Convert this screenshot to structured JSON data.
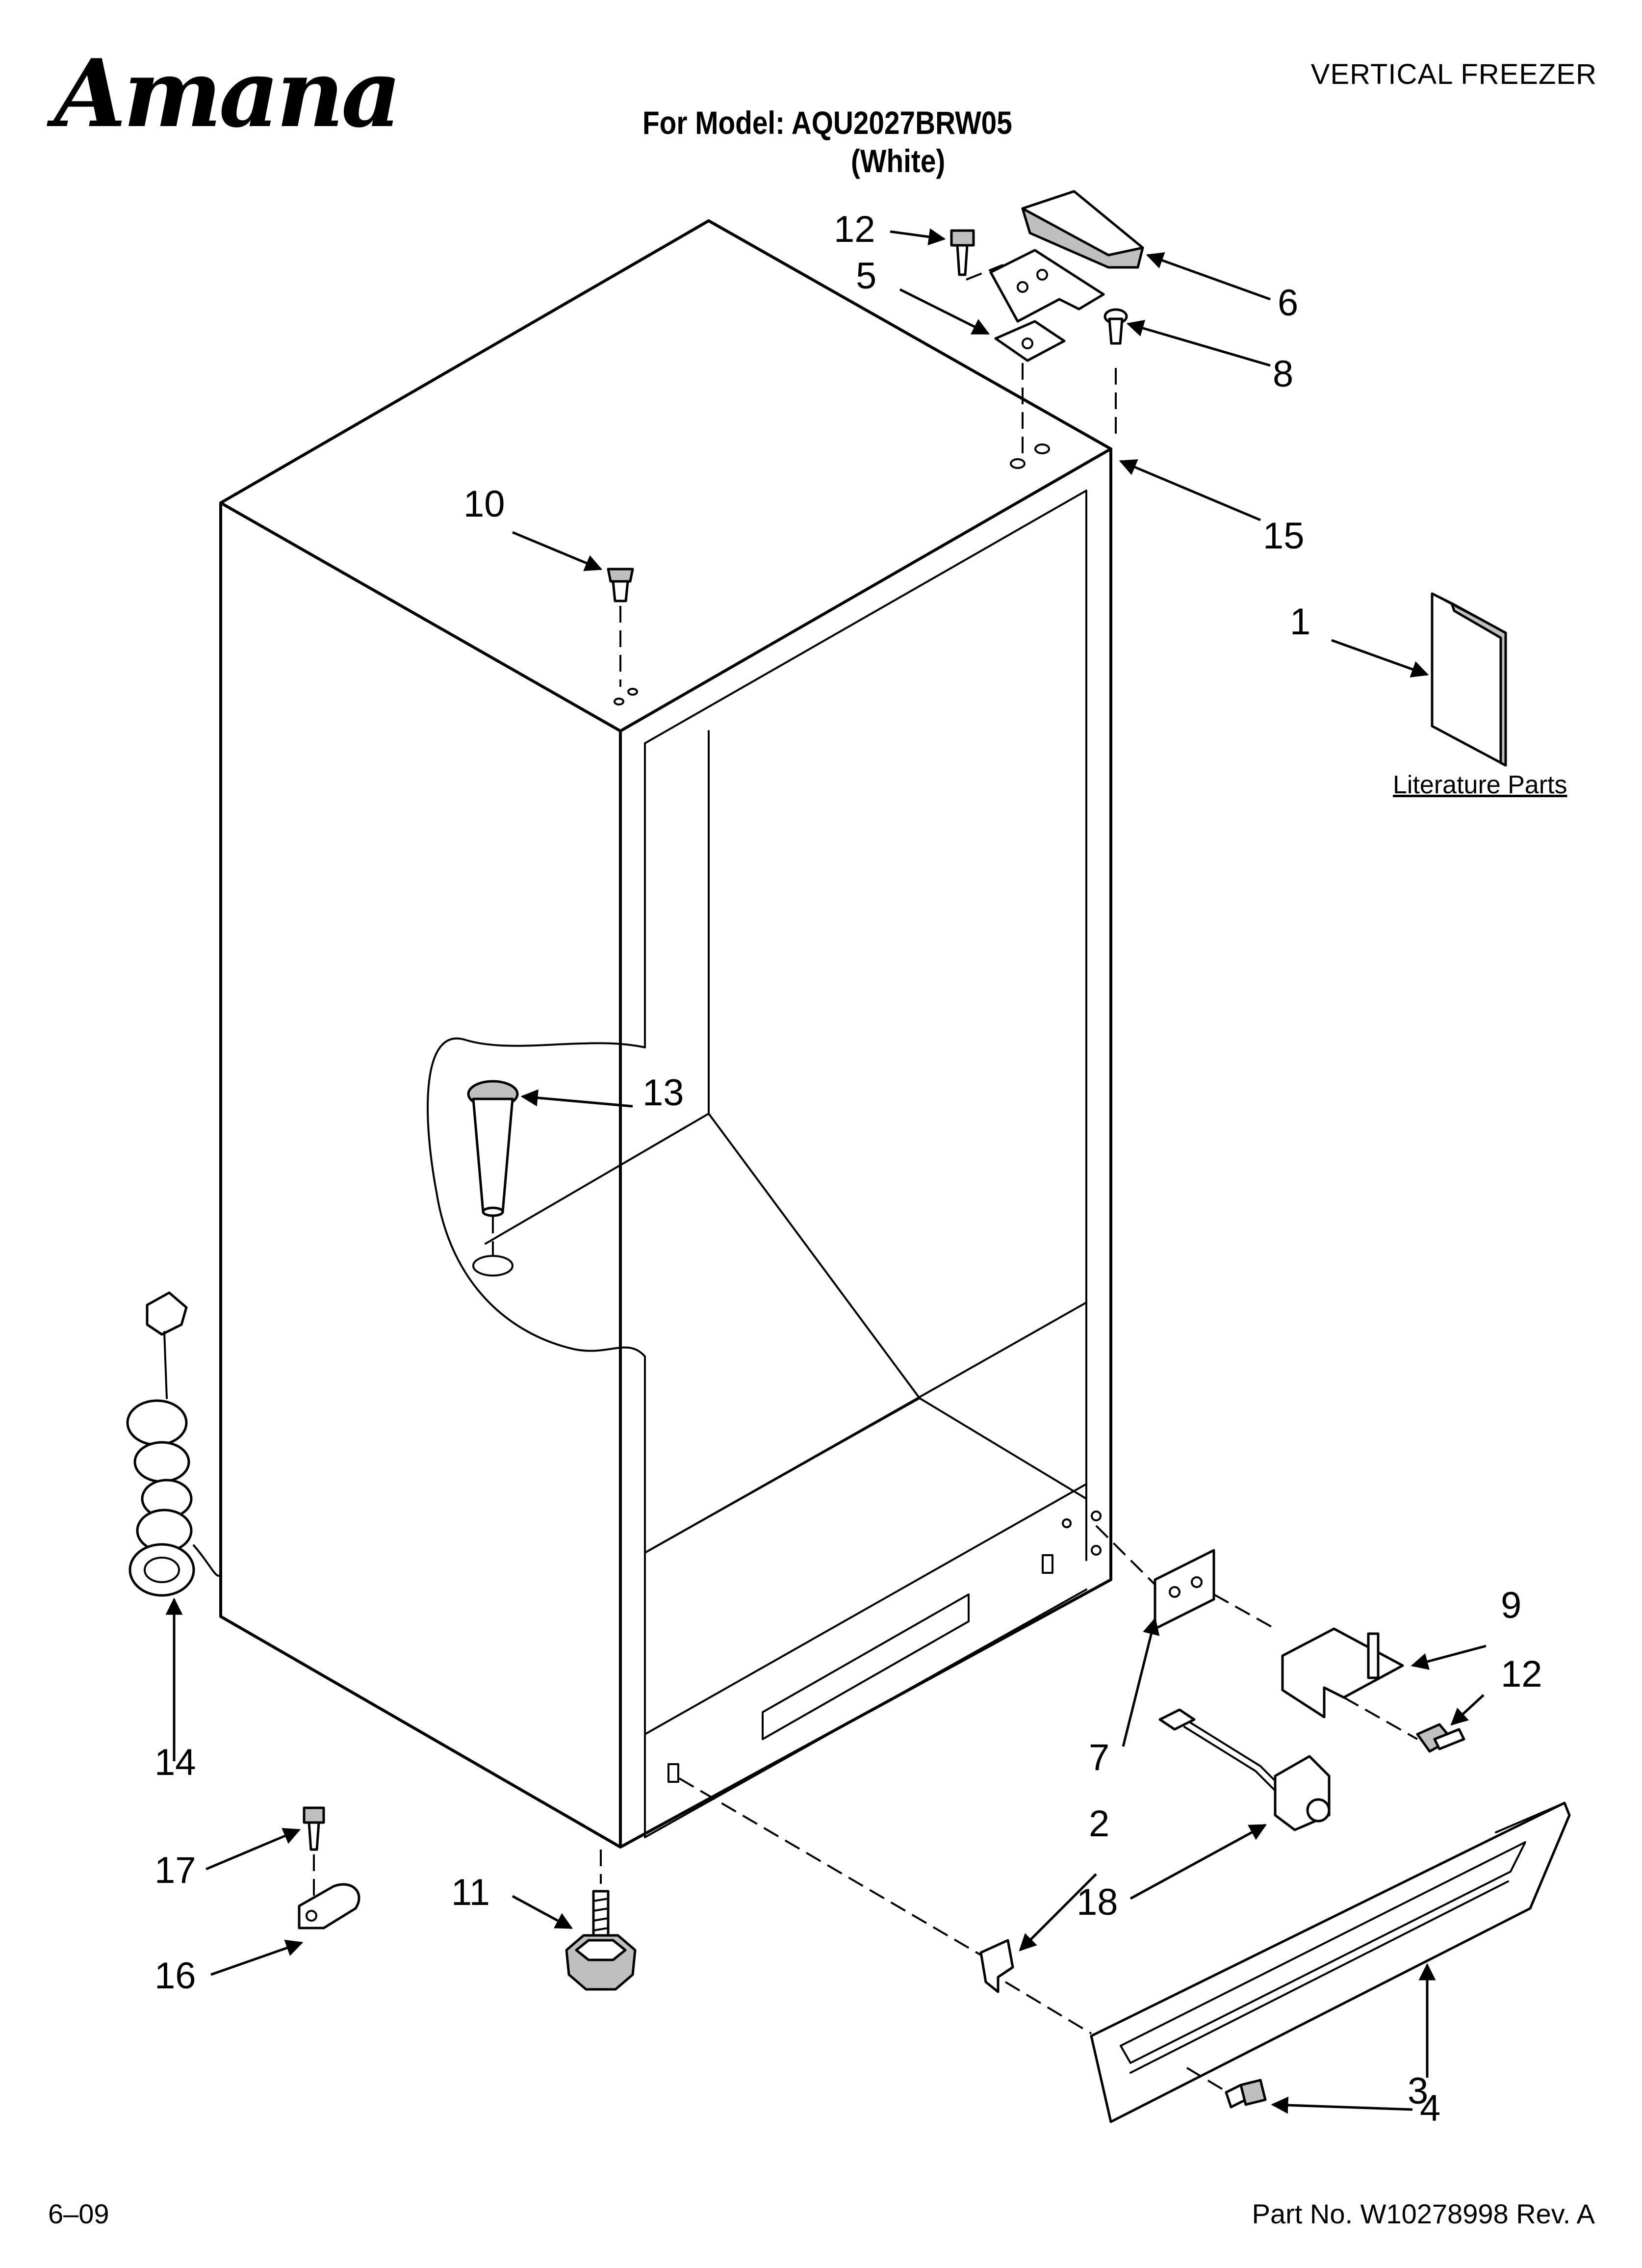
{
  "header": {
    "brand": "Amana",
    "category": "VERTICAL FREEZER",
    "model_line": "For Model: AQU2027BRW05",
    "variant_line": "(White)"
  },
  "callouts": [
    "12",
    "5",
    "6",
    "8",
    "10",
    "15",
    "1",
    "13",
    "14",
    "9",
    "12",
    "7",
    "2",
    "18",
    "17",
    "11",
    "16",
    "3",
    "4"
  ],
  "literature_caption": "Literature Parts",
  "footer": {
    "date_code": "6–09",
    "part_number": "Part No. W10278998 Rev. A"
  }
}
